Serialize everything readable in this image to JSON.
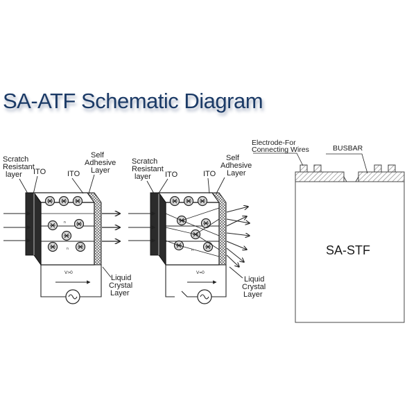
{
  "title": "SA-ATF Schematic Diagram",
  "labels": {
    "scratch": [
      "Scratch",
      "Resistant",
      "layer"
    ],
    "ito": "ITO",
    "self_adhesive": [
      "Self",
      "Adhesive",
      "Layer"
    ],
    "lc": [
      "Liquid",
      "Crystal",
      "Layer"
    ],
    "voltage_on": "V>0",
    "voltage_off": "V=0",
    "molecule": "n"
  },
  "panel": {
    "electrode": [
      "Electrode-For",
      "Connecting Wires"
    ],
    "busbar": "BUSBAR",
    "name": "SA-STF"
  },
  "colors": {
    "title": "#1b3a66",
    "ink": "#1a1a1a",
    "hatch": "#888888",
    "shadow": "#7f8ea8"
  }
}
